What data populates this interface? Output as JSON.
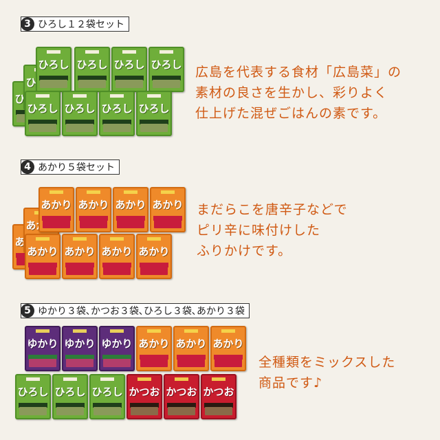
{
  "sections": [
    {
      "number": "3",
      "label": "ひろし１２袋セット",
      "description": [
        "広島を代表する食材「広島菜」の",
        "素材の良さを生かし、彩りよく",
        "仕上げた混ぜごはんの素です。"
      ]
    },
    {
      "number": "4",
      "label": "あかり５袋セット",
      "description": [
        "まだらこを唐辛子などで",
        "ピリ辛に味付けした",
        "ふりかけです。"
      ]
    },
    {
      "number": "5",
      "label": "ゆかり３袋､かつお３袋､ひろし３袋､あかり３袋",
      "description": [
        "全種類をミックスした",
        "商品です♪"
      ]
    }
  ],
  "products": {
    "hiroshi": "ひろし",
    "akari": "あかり",
    "yukari": "ゆかり",
    "katsuo": "かつお"
  },
  "colors": {
    "accent_text": "#d05a14",
    "hiroshi": "#6fae3a",
    "akari": "#ef8a2a",
    "yukari": "#5d2d7a",
    "katsuo": "#c81d2e"
  }
}
